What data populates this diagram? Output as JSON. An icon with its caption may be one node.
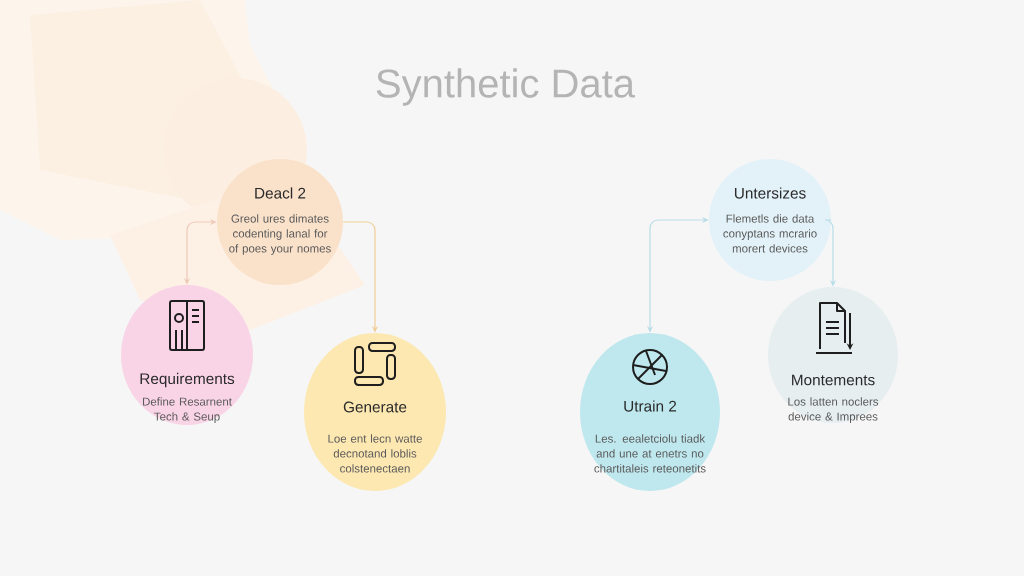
{
  "diagram": {
    "title": "Synthetic Data",
    "nodes": [
      {
        "text": [
          "Deacl 2",
          "Greol ures dimates codenting lanal for of poes your nomes"
        ]
      },
      {
        "text": [
          "Requirements",
          "Define Resarnent Tech & Seup"
        ]
      },
      {
        "text": [
          "Generate",
          "Loe ent lecn watte decnotand loblis colstenectaen"
        ]
      },
      {
        "text": [
          "Untersizes",
          "Flemetls die data conyptans mcrario morert devices"
        ]
      },
      {
        "text": [
          "Utrain 2",
          "Les. eealetciolu tiadk and une at enetrs no chartitaleis reteonetits"
        ]
      },
      {
        "text": [
          "Montements",
          "Los latten noclers device & Imprees"
        ]
      }
    ],
    "edges": [
      {
        "from": 1,
        "to": 0,
        "arrow": "both",
        "color": "#efc9b8"
      },
      {
        "from": 0,
        "to": 2,
        "arrow": "to",
        "color": "#f0cf98"
      },
      {
        "from": 4,
        "to": 3,
        "arrow": "both",
        "color": "#b9dde8"
      },
      {
        "from": 3,
        "to": 5,
        "arrow": "to",
        "color": "#b9dde8"
      }
    ]
  }
}
